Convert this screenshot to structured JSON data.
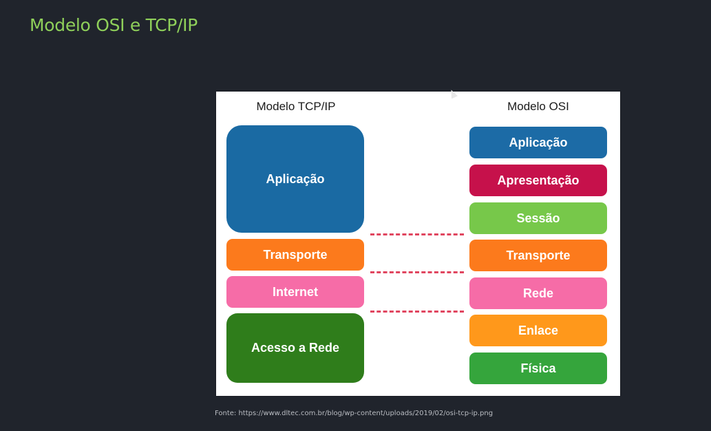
{
  "slide": {
    "title": "Modelo OSI e TCP/IP",
    "caption": "Fonte: https://www.dltec.com.br/blog/wp-content/uploads/2019/02/osi-tcp-ip.png"
  },
  "diagram": {
    "tcp_title": "Modelo TCP/IP",
    "osi_title": "Modelo OSI",
    "tcp_layers": [
      {
        "label": "Aplicação",
        "color": "#1a6aa3"
      },
      {
        "label": "Transporte",
        "color": "#fc7a1c"
      },
      {
        "label": "Internet",
        "color": "#f66ca7"
      },
      {
        "label": "Acesso a Rede",
        "color": "#2f7d1b"
      }
    ],
    "osi_layers": [
      {
        "label": "Aplicação",
        "color": "#1c6ba6"
      },
      {
        "label": "Apresentação",
        "color": "#c6114b"
      },
      {
        "label": "Sessão",
        "color": "#77c84a"
      },
      {
        "label": "Transporte",
        "color": "#fc7a1c"
      },
      {
        "label": "Rede",
        "color": "#f66ca7"
      },
      {
        "label": "Enlace",
        "color": "#ff981b"
      },
      {
        "label": "Física",
        "color": "#35a53c"
      }
    ],
    "divider_color": "#e0455f"
  }
}
